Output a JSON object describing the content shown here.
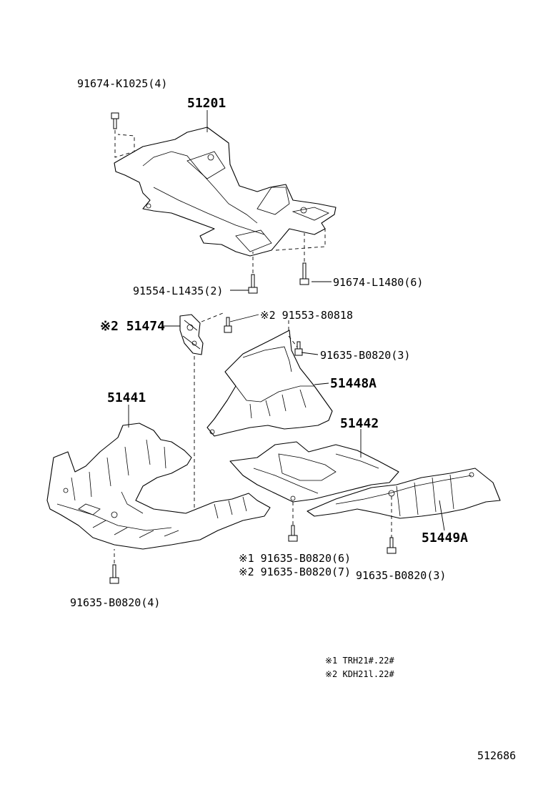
{
  "labels": {
    "p51201": "51201",
    "b91674_k1025": "91674-K1025(4)",
    "b91554_l1435": "91554-L1435(2)",
    "b91674_l1480": "91674-L1480(6)",
    "p51474": "※2 51474",
    "b91553_80818": "※2 91553-80818",
    "b91635_b0820_3a": "91635-B0820(3)",
    "p51448a": "51448A",
    "p51441": "51441",
    "p51442": "51442",
    "p51449a": "51449A",
    "b91635_b0820_6": "※1 91635-B0820(6)",
    "b91635_b0820_7": "※2 91635-B0820(7)",
    "b91635_b0820_3b": "91635-B0820(3)",
    "b91635_b0820_4": "91635-B0820(4)"
  },
  "notes": {
    "n1": "※1 TRH21#.22#",
    "n2": "※2 KDH21l.22#"
  },
  "diagram_id": "512686"
}
